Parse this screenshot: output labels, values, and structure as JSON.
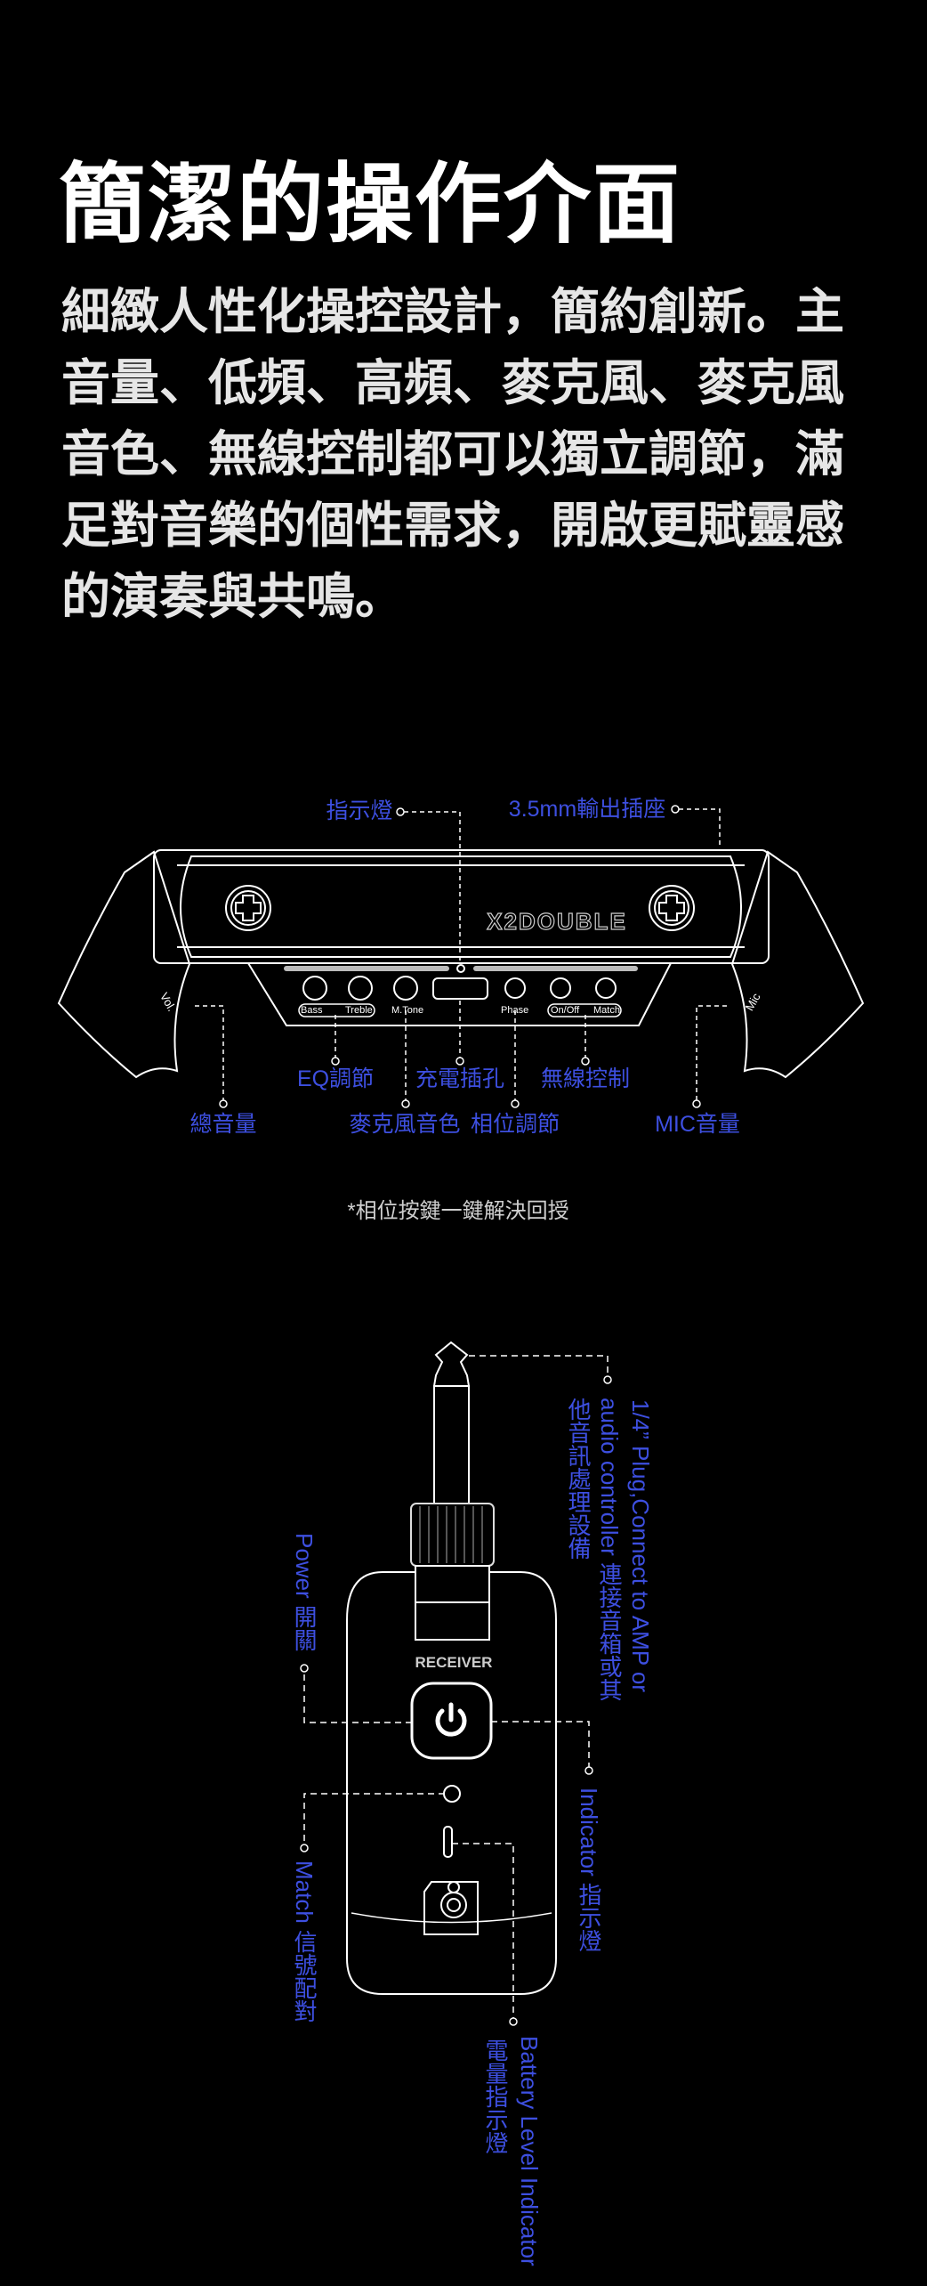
{
  "title": "簡潔的操作介面",
  "description": "細緻人性化操控設計，簡約創新。主音量、低頻、高頻、麥克風、麥克風音色、無線控制都可以獨立調節，滿足對音樂的個性需求，開啟更賦靈感的演奏與共鳴。",
  "transmitter": {
    "brand": "X2DOUBLE",
    "panel_labels": {
      "bass": "Bass",
      "treble": "Treble",
      "mtone": "M.Tone",
      "phase": "Phase",
      "onoff": "On/Off",
      "match": "Match",
      "vol": "Vol.",
      "mic": "Mic"
    },
    "callouts": {
      "indicator": "指示燈",
      "output": "3.5mm輸出插座",
      "eq": "EQ調節",
      "charge": "充電插孔",
      "wireless": "無線控制",
      "master": "總音量",
      "mic_tone": "麥克風音色",
      "phase": "相位調節",
      "mic_vol": "MIC音量"
    },
    "note": "*相位按鍵一鍵解決回授"
  },
  "receiver": {
    "label": "RECEIVER",
    "callouts": {
      "plug_en": "1/4” Plug,Connect to AMP or",
      "plug_en2": "audio controller 連接音箱或其",
      "plug_zh": "他音訊處理設備",
      "power": "Power 開關",
      "indicator": "Indicator 指示燈",
      "match": "Match 信號配對",
      "battery_en": "Battery Level Indicator",
      "battery_zh": "電量指示燈"
    }
  },
  "colors": {
    "accent": "#3d4fe0",
    "background": "#000000"
  }
}
